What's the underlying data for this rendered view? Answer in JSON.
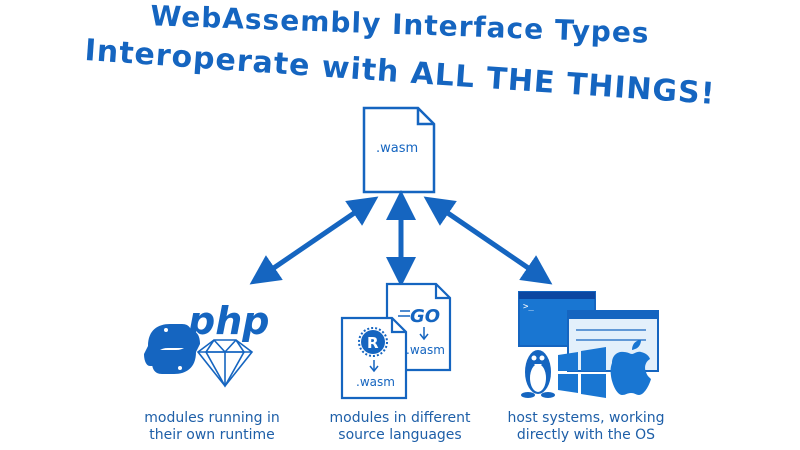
{
  "title": {
    "line1": "WebAssembly Interface Types",
    "line2": "Interoperate with ALL THE THINGS!"
  },
  "center_file": {
    "label": ".wasm",
    "icon": "document-icon"
  },
  "left_group": {
    "php_label": "php",
    "icons": [
      "php-logo-icon",
      "python-logo-icon",
      "ruby-gem-icon"
    ],
    "caption_line1": "modules running in",
    "caption_line2": "their own runtime"
  },
  "middle_group": {
    "back_file": {
      "logo": "GO",
      "label": ".wasm"
    },
    "front_file": {
      "logo": "R",
      "label": ".wasm"
    },
    "caption_line1": "modules in different",
    "caption_line2": "source languages"
  },
  "right_group": {
    "icons": [
      "terminal-window-icon",
      "linux-tux-icon",
      "windows-logo-icon",
      "apple-logo-icon"
    ],
    "caption_line1": "host systems, working",
    "caption_line2": "directly with the OS"
  },
  "colors": {
    "primary": "#1565c0",
    "fill": "#1976d2",
    "light": "#e3f0fb"
  }
}
